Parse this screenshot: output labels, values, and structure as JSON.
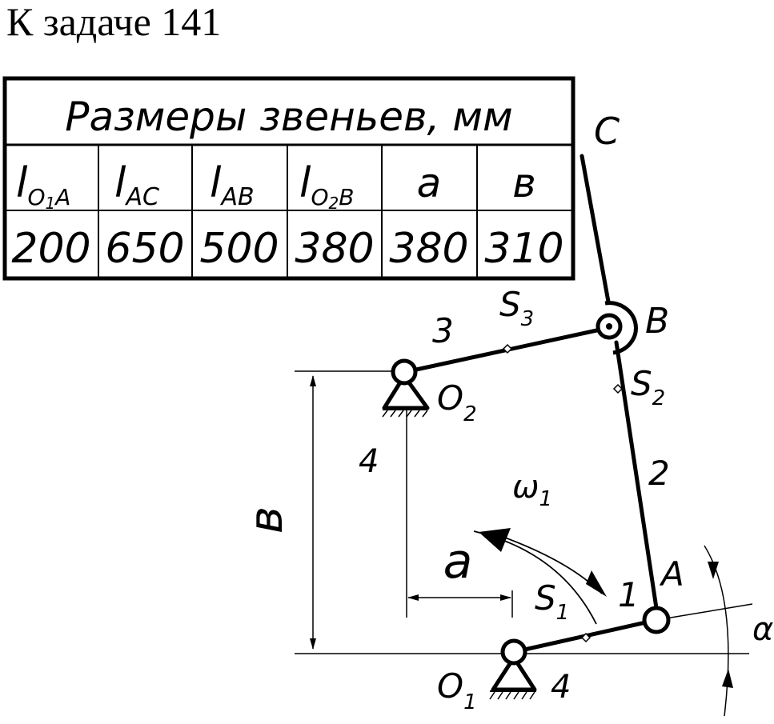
{
  "title": "К задаче 141",
  "table": {
    "header": "Размеры звеньев, мм",
    "columns": [
      {
        "sym": "l",
        "sub": "O",
        "subsub": "1",
        "tail": "A",
        "value": "200"
      },
      {
        "sym": "l",
        "sub": "AC",
        "value": "650"
      },
      {
        "sym": "l",
        "sub": "AB",
        "value": "500"
      },
      {
        "sym": "l",
        "sub": "O",
        "subsub": "2",
        "tail": "B",
        "value": "380"
      },
      {
        "sym": "a",
        "value": "380"
      },
      {
        "sym": "в",
        "value": "310"
      }
    ]
  },
  "labels": {
    "C": "C",
    "B": "B",
    "A": "A",
    "O1": "O",
    "O1_sub": "1",
    "O2": "O",
    "O2_sub": "2",
    "S1": "S",
    "S1_sub": "1",
    "S2": "S",
    "S2_sub": "2",
    "S3": "S",
    "S3_sub": "3",
    "link1": "1",
    "link2": "2",
    "link3": "3",
    "ground_O2": "4",
    "ground_O1": "4",
    "omega": "ω",
    "omega_sub": "1",
    "dim_a": "a",
    "dim_b": "в",
    "alpha": "α"
  },
  "colors": {
    "ink": "#000000",
    "background": "#ffffff"
  }
}
